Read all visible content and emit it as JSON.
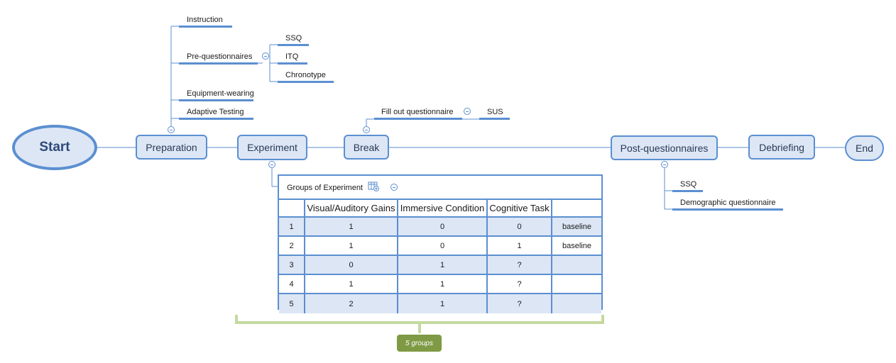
{
  "nodes": {
    "start": "Start",
    "preparation": "Preparation",
    "experiment": "Experiment",
    "break": "Break",
    "post_questionnaires": "Post-questionnaires",
    "debriefing": "Debriefing",
    "end": "End"
  },
  "preparation_children": {
    "instruction": "Instruction",
    "pre_questionnaires": "Pre-questionnaires",
    "equipment_wearing": "Equipment-wearing",
    "adaptive_testing": "Adaptive Testing"
  },
  "pre_questionnaire_children": {
    "ssq": "SSQ",
    "itq": "ITQ",
    "chronotype": "Chronotype"
  },
  "break_children": {
    "fill_out": "Fill out questionnaire",
    "sus": "SUS"
  },
  "post_children": {
    "ssq": "SSQ",
    "demographic": "Demographic questionnaire"
  },
  "groups_table": {
    "title": "Groups of Experiment",
    "headers": [
      "",
      "Visual/Auditory Gains",
      "Immersive Condition",
      "Cognitive Task",
      ""
    ],
    "rows": [
      [
        "1",
        "1",
        "0",
        "0",
        "baseline"
      ],
      [
        "2",
        "1",
        "0",
        "1",
        "baseline"
      ],
      [
        "3",
        "0",
        "1",
        "?",
        ""
      ],
      [
        "4",
        "1",
        "1",
        "?",
        ""
      ],
      [
        "5",
        "2",
        "1",
        "?",
        ""
      ]
    ]
  },
  "brace_label": "5 groups",
  "colors": {
    "node_fill": "#dce6f5",
    "node_border": "#5b8fd1",
    "brace": "#c5d9a0",
    "brace_label_bg": "#7f9a44"
  }
}
